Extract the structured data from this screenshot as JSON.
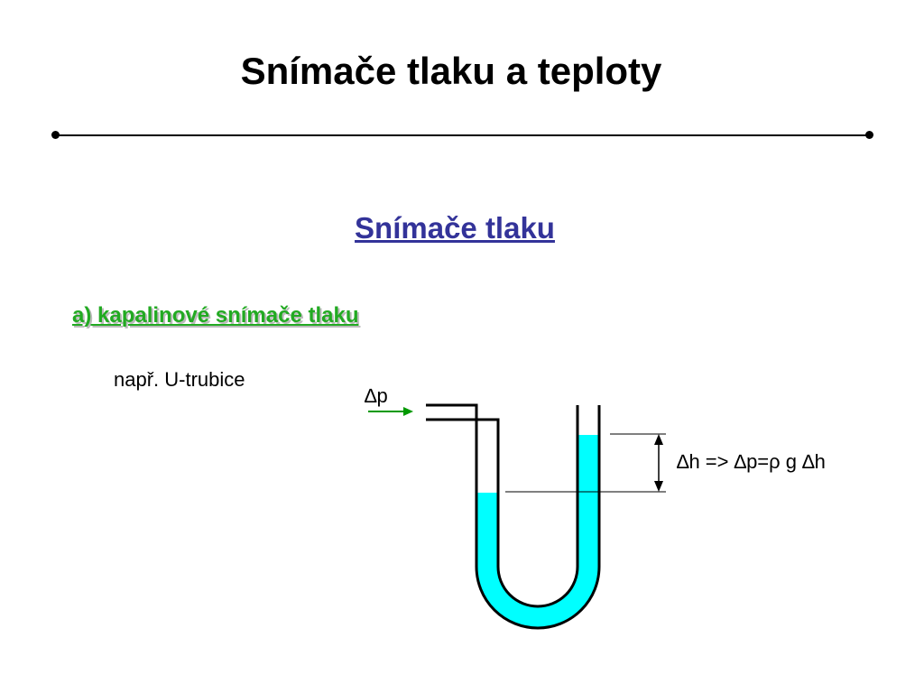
{
  "slide": {
    "title": "Snímače tlaku a teploty",
    "subtitle": "Snímače tlaku",
    "section_heading": "a) kapalinové snímače tlaku",
    "example_text": "např. U-trubice"
  },
  "diagram": {
    "pressure_label": "∆p",
    "formula": "∆h => ∆p=ρ g ∆h",
    "colors": {
      "liquid": "#00ffff",
      "arrow": "#009900",
      "outline": "#000000"
    }
  }
}
